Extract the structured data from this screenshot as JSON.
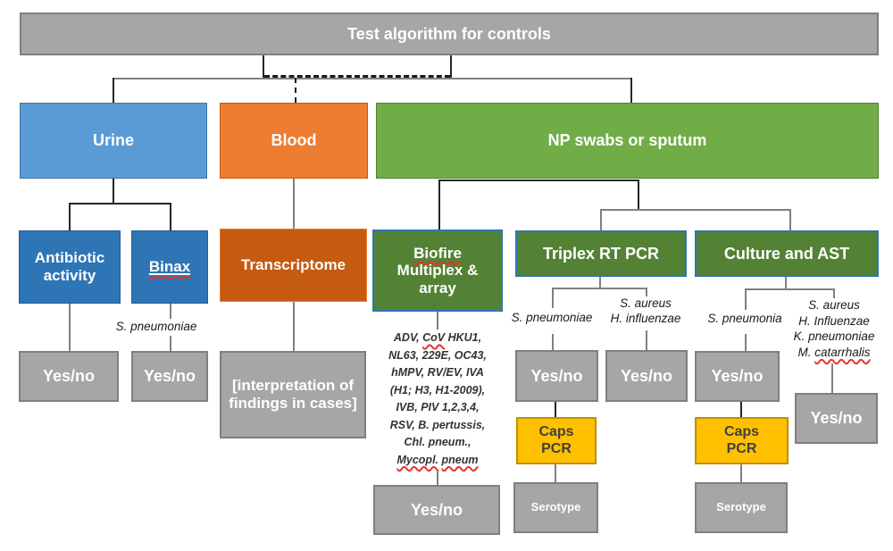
{
  "title": {
    "prefix": "Test algorithm for ",
    "emphasis": "controls"
  },
  "samples": {
    "urine": "Urine",
    "blood": "Blood",
    "np": "NP swabs or sputum"
  },
  "tests": {
    "antibiotic": "Antibiotic activity",
    "binax": "Binax",
    "transcriptome": "Transcriptome",
    "biofire_line1": "Biofire",
    "biofire_line2": "Multiplex &",
    "biofire_line3": "array",
    "triplex": "Triplex RT PCR",
    "culture": "Culture and AST"
  },
  "results": {
    "yes_no": "Yes/no",
    "interpretation": "[interpretation of findings in cases]",
    "caps_line1": "Caps",
    "caps_line2": "PCR",
    "serotype": "Serotype"
  },
  "species": {
    "binax": "S. pneumoniae",
    "triplex_left": "S. pneumoniae",
    "triplex_right_1": "S. aureus",
    "triplex_right_2": "H. influenzae",
    "culture_left": "S. pneumonia",
    "culture_right_1": "S. aureus",
    "culture_right_2": "H. Influenzae",
    "culture_right_3": "K. pneumoniae",
    "culture_right_4a": "M. ",
    "culture_right_4b": "catarrhalis"
  },
  "biofire_panel": {
    "l1a": "ADV, ",
    "l1b": "CoV",
    "l1c": " HKU1,",
    "l2": "NL63, 229E, OC43,",
    "l3": "hMPV, RV/EV, IVA",
    "l4": "(H1; H3, H1-2009),",
    "l5": "IVB, PIV 1,2,3,4,",
    "l6": "RSV, B. pertussis,",
    "l7": "Chl. pneum.,",
    "l8a": "Mycopl.",
    "l8b": " ",
    "l8c": "pneum"
  },
  "colors": {
    "header_gray": "#a6a6a6",
    "light_blue": "#5b9bd5",
    "dark_blue": "#2e75b6",
    "orange": "#ed7d31",
    "dark_orange": "#c55a11",
    "light_green": "#70ad47",
    "dark_green": "#548235",
    "yellow": "#ffc000",
    "result_gray": "#a6a6a6",
    "spellcheck_red": "#e53333"
  }
}
